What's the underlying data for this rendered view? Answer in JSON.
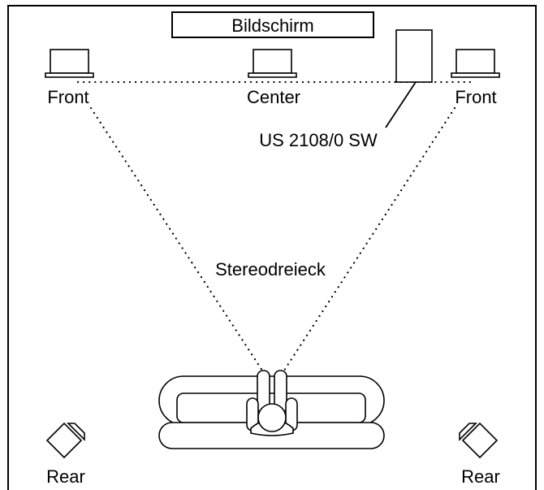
{
  "labels": {
    "screen": "Bildschirm",
    "front_left": "Front",
    "center": "Center",
    "front_right": "Front",
    "subwoofer": "US 2108/0 SW",
    "stereo_triangle": "Stereodreieck",
    "rear_left": "Rear",
    "rear_right": "Rear"
  }
}
